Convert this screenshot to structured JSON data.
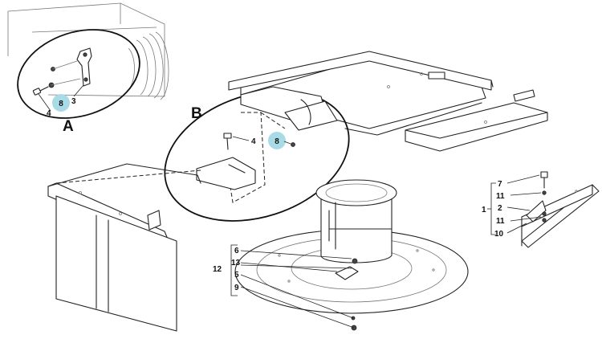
{
  "callouts": {
    "A": "A",
    "B": "B"
  },
  "part_labels": {
    "a_8": "8",
    "a_3": "3",
    "a_4": "4",
    "b_4": "4",
    "b_8": "8",
    "p6": "6",
    "p13": "13",
    "p12": "12",
    "p5": "5",
    "p9": "9",
    "k7": "7",
    "k11a": "11",
    "k1": "1",
    "k2": "2",
    "k11b": "11",
    "k10": "10"
  },
  "colors": {
    "highlight": "#a9dbe6",
    "line": "#222222"
  }
}
